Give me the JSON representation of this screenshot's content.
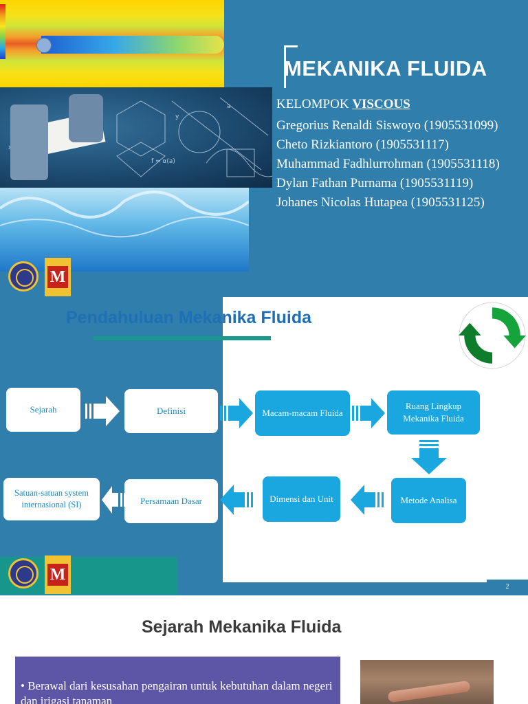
{
  "slide1": {
    "title": "MEKANIKA FLUIDA",
    "group_prefix": "KELOMPOK ",
    "group_name": "VISCOUS",
    "members": [
      "Gregorius Renaldi Siswoyo (1905531099)",
      "Cheto Rizkiantoro (1905531117)",
      "Muhammad Fadhlurrohman (1905531118)",
      "Dylan Fathan Purnama (1905531119)",
      "Johanes Nicolas Hutapea (1905531125)"
    ],
    "logo_m_letter": "M",
    "colors": {
      "background": "#2f7eab"
    }
  },
  "slide2": {
    "title": "Pendahuluan Mekanika Fluida",
    "page_number": "2",
    "flow": {
      "sejarah": "Sejarah",
      "definisi": "Definisi",
      "macam": "Macam-macam Fluida",
      "ruang": "Ruang Lingkup Mekanika Fluida",
      "metode": "Metode Analisa",
      "dimensi": "Dimensi dan Unit",
      "persamaan": "Persamaan Dasar",
      "satuan": "Satuan-satuan system internasional (SI)"
    },
    "icons": [
      "recycle-icon",
      "arrow-right-icon",
      "arrow-down-icon",
      "arrow-left-icon"
    ],
    "colors": {
      "accent": "#1aa7e0",
      "title": "#1f6fb5",
      "teal": "#17968c"
    }
  },
  "slide3": {
    "title": "Sejarah Mekanika Fluida",
    "bullet_1": "Berawal dari kesusahan pengairan untuk kebutuhan dalam negeri dan irigasi tanaman",
    "colors": {
      "box": "#5d55a5"
    }
  }
}
